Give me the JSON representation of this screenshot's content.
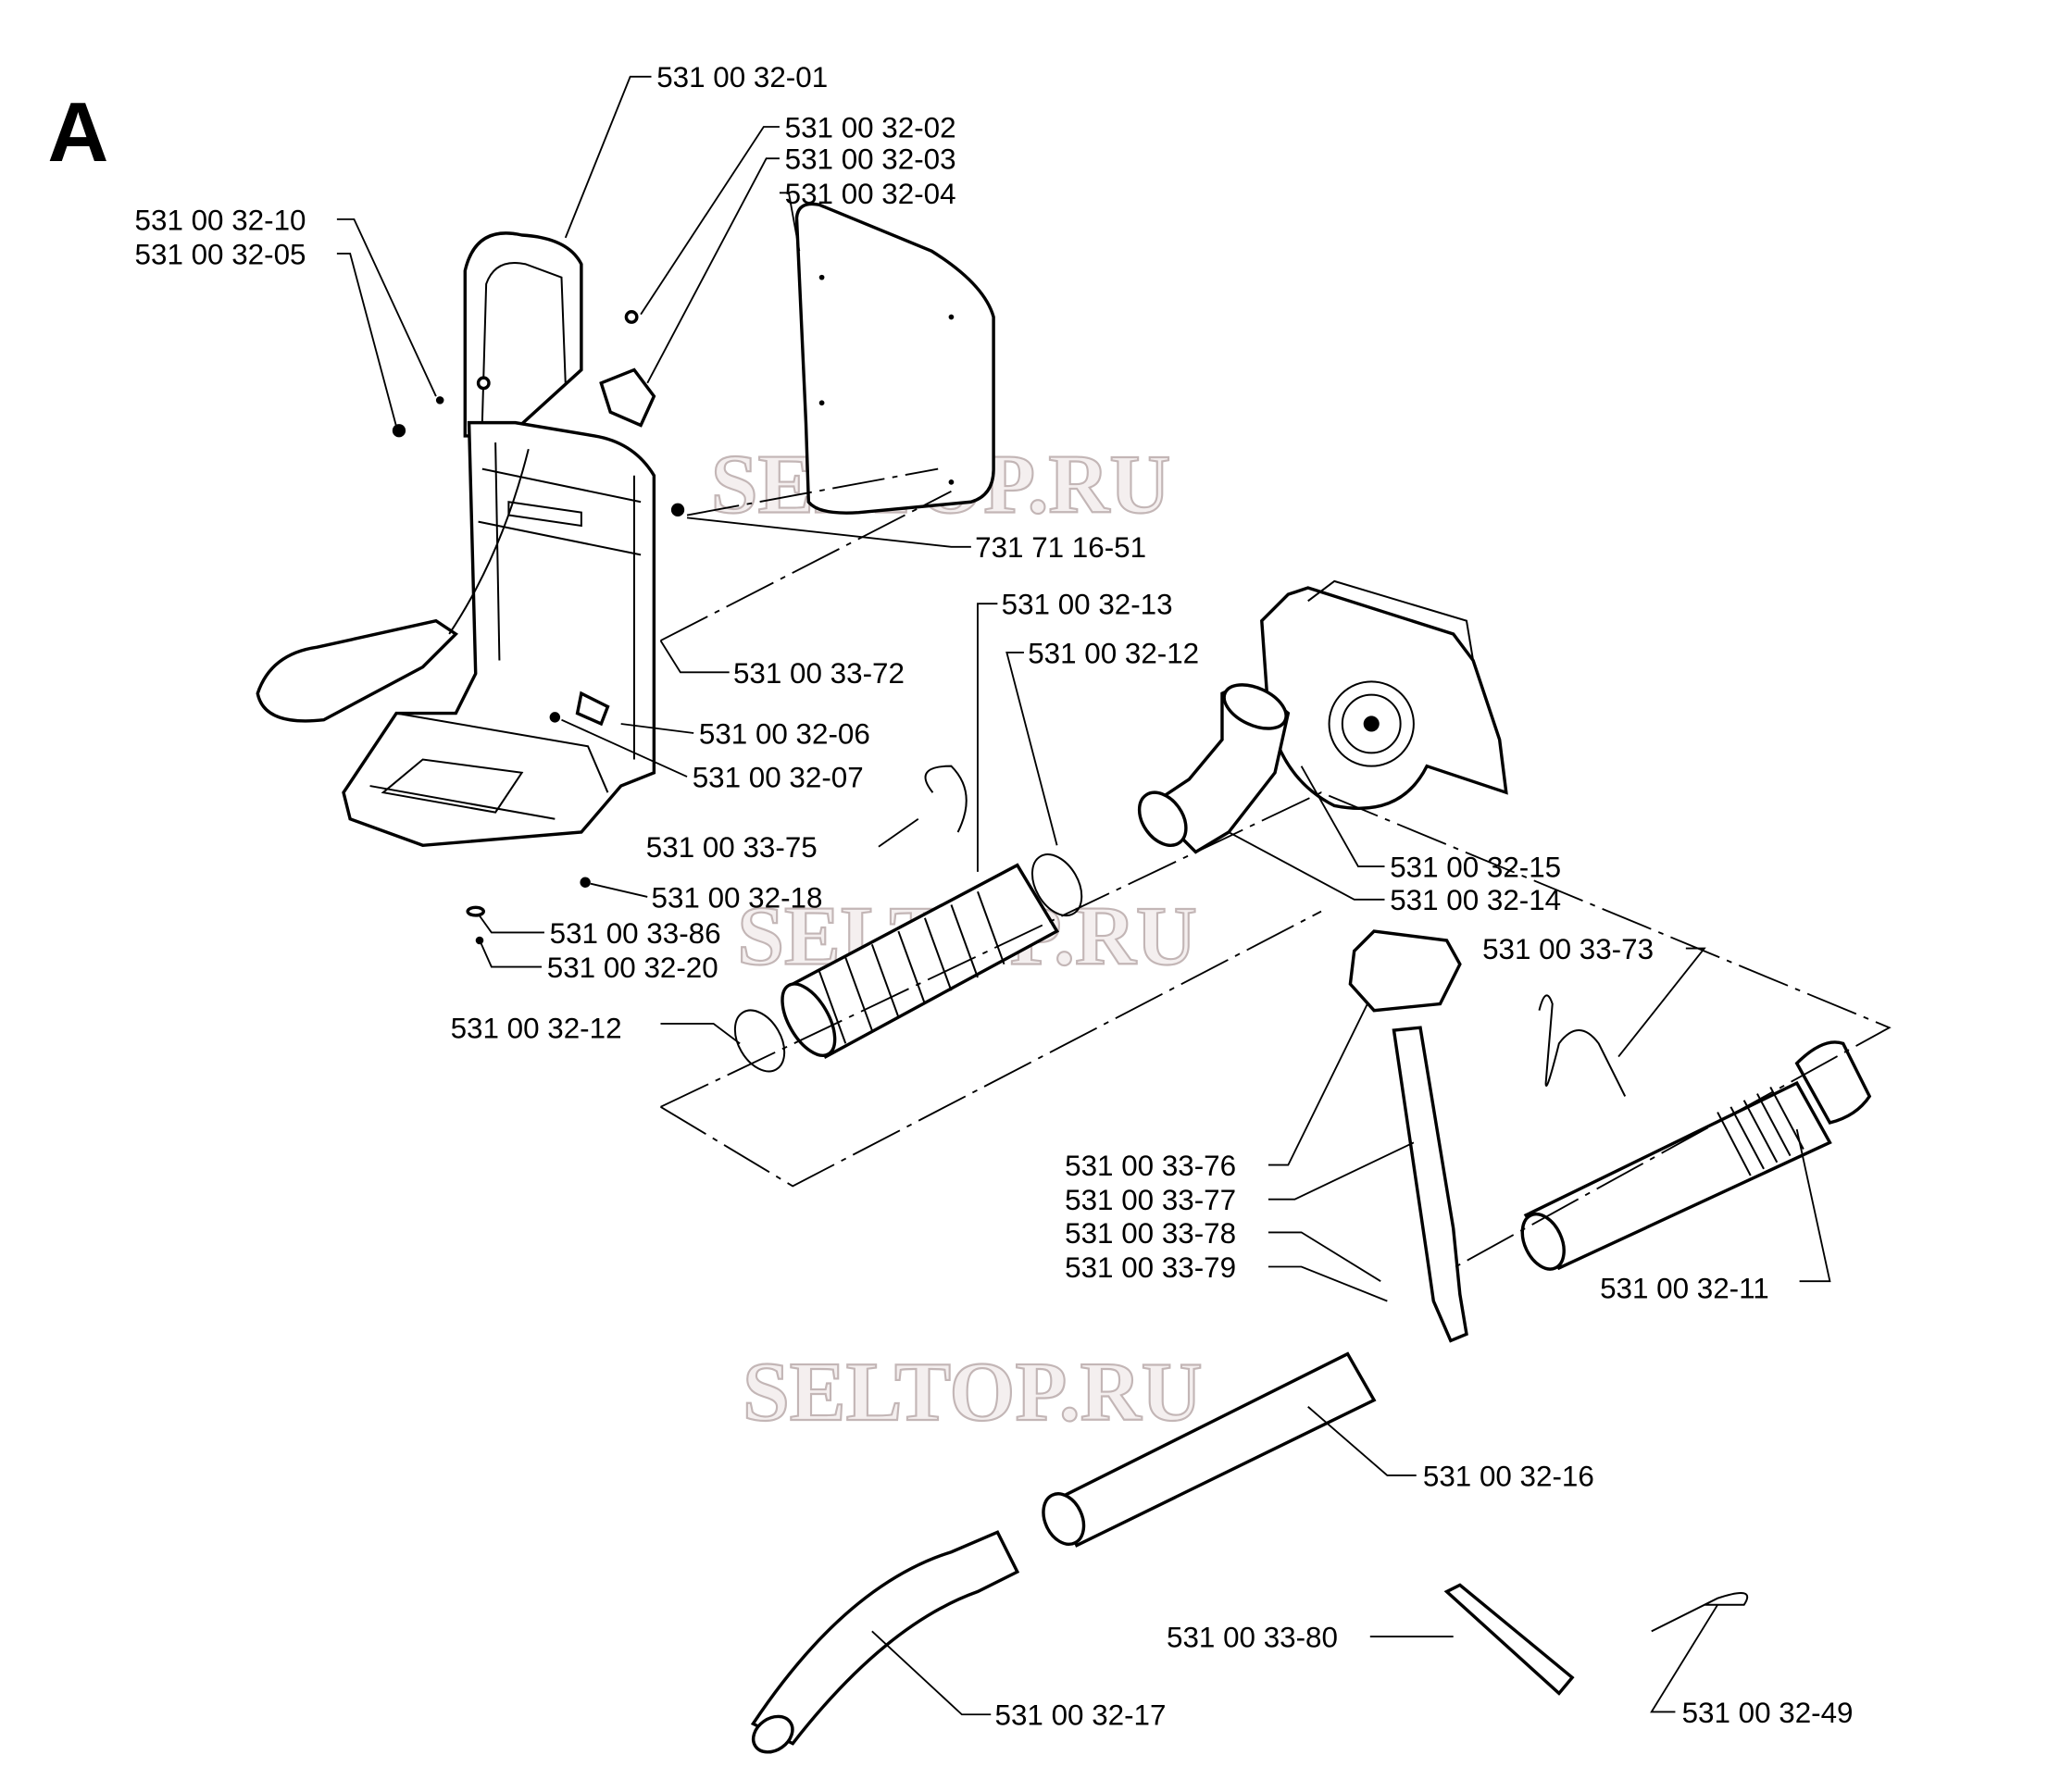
{
  "diagram": {
    "section_letter": "A",
    "watermark": "SELTOP.RU",
    "labels": {
      "l01": "531 00 32-01",
      "l02": "531 00 32-02",
      "l03": "531 00 32-03",
      "l04": "531 00 32-04",
      "l10": "531 00 32-10",
      "l05": "531 00 32-05",
      "l7171": "731 71 16-51",
      "l3372": "531 00 33-72",
      "l13": "531 00 32-13",
      "l12a": "531 00 32-12",
      "l06": "531  00 32-06",
      "l07": "531 00 32-07",
      "l3375": "531 00 33-75",
      "l18": "531 00 32-18",
      "l3386": "531 00 33-86",
      "l20": "531 00 32-20",
      "l12b": "531 00 32-12",
      "l15": "531 00 32-15",
      "l14": "531 00 32-14",
      "l3373": "531 00 33-73",
      "l3376": "531 00 33-76",
      "l3377": "531 00 33-77",
      "l3378": "531 00 33-78",
      "l3379": "531 00 33-79",
      "l11": "531 00 32-11",
      "l16": "531 00 32-16",
      "l3380": "531 00 33-80",
      "l17": "531 00 32-17",
      "l49": "531 00 32-49"
    }
  }
}
